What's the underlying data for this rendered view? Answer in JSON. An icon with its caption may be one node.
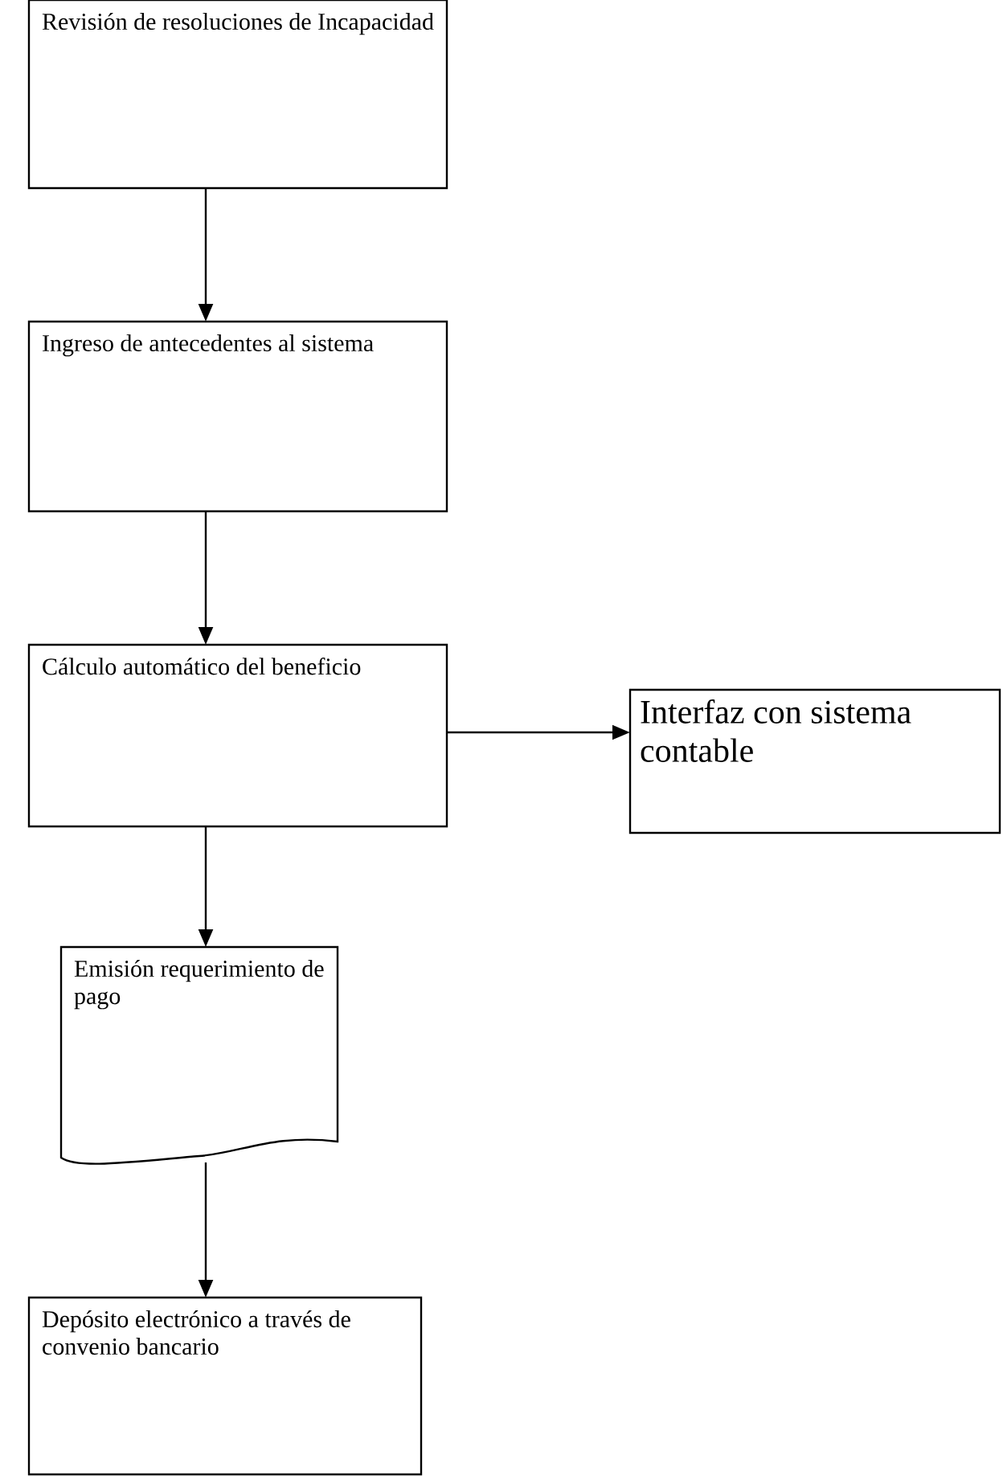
{
  "diagram": {
    "nodes": [
      {
        "text": [
          "Revisión de resoluciones de Incapacidad"
        ]
      },
      {
        "text": [
          "Ingreso de antecedentes al sistema"
        ]
      },
      {
        "text": [
          "Cálculo automático del beneficio"
        ]
      },
      {
        "text": [
          "Interfaz con sistema contable"
        ]
      },
      {
        "text": [
          "Emisión requerimiento de pago"
        ]
      },
      {
        "text": [
          "Depósito electrónico a través de convenio bancario"
        ]
      }
    ],
    "edges": [
      {
        "from": 0,
        "to": 1,
        "arrow": "to"
      },
      {
        "from": 1,
        "to": 2,
        "arrow": "to"
      },
      {
        "from": 2,
        "to": 3,
        "arrow": "to"
      },
      {
        "from": 2,
        "to": 4,
        "arrow": "to"
      },
      {
        "from": 4,
        "to": 5,
        "arrow": "to"
      }
    ]
  }
}
